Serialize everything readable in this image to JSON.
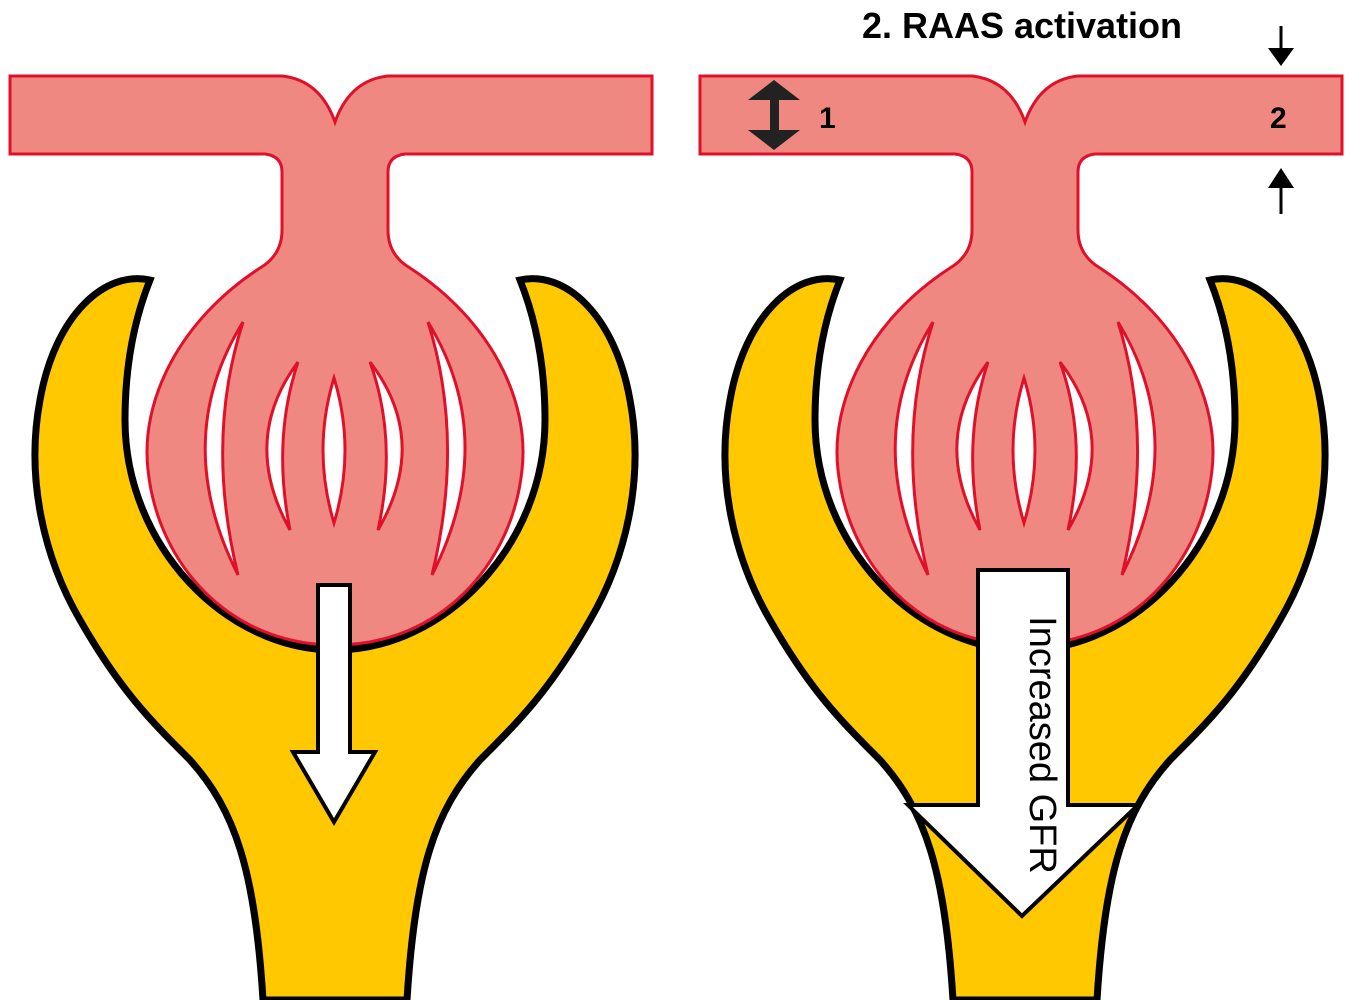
{
  "title": "2. RAAS activation",
  "labels": {
    "marker_1": "1",
    "marker_2": "2",
    "gfr_arrow": "Increased GFR"
  },
  "colors": {
    "vessel_fill": "#EE8880",
    "vessel_outline": "#E0102A",
    "capsule_fill": "#FFC800",
    "outline": "#000000",
    "background": "#FFFFFF"
  }
}
